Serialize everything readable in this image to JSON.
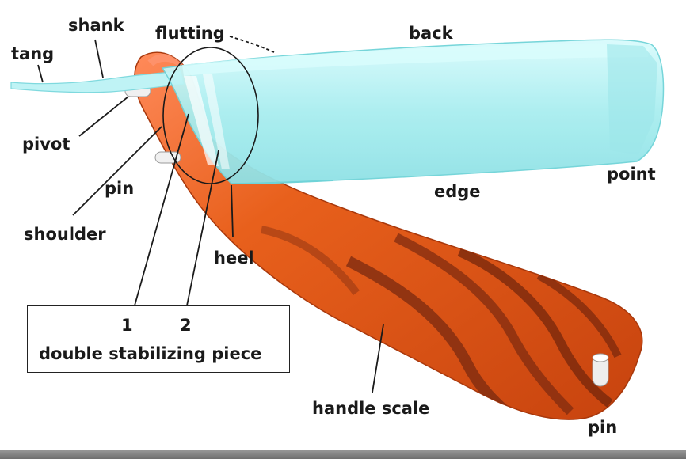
{
  "labels": {
    "tang": "tang",
    "shank": "shank",
    "flutting": "flutting",
    "back": "back",
    "pivot": "pivot",
    "pin_top": "pin",
    "shoulder": "shoulder",
    "heel": "heel",
    "edge": "edge",
    "point": "point",
    "handle_scale": "handle scale",
    "pin_bottom": "pin"
  },
  "legend": {
    "number_1": "1",
    "number_2": "2",
    "caption": "double stabilizing piece"
  },
  "colors": {
    "blade": "#a9eef0",
    "blade_edge": "#6fd3d8",
    "handle": "#e35a18",
    "handle_stripe": "#7a2a10",
    "pin": "#e8e8e8",
    "footer": "#808080"
  }
}
